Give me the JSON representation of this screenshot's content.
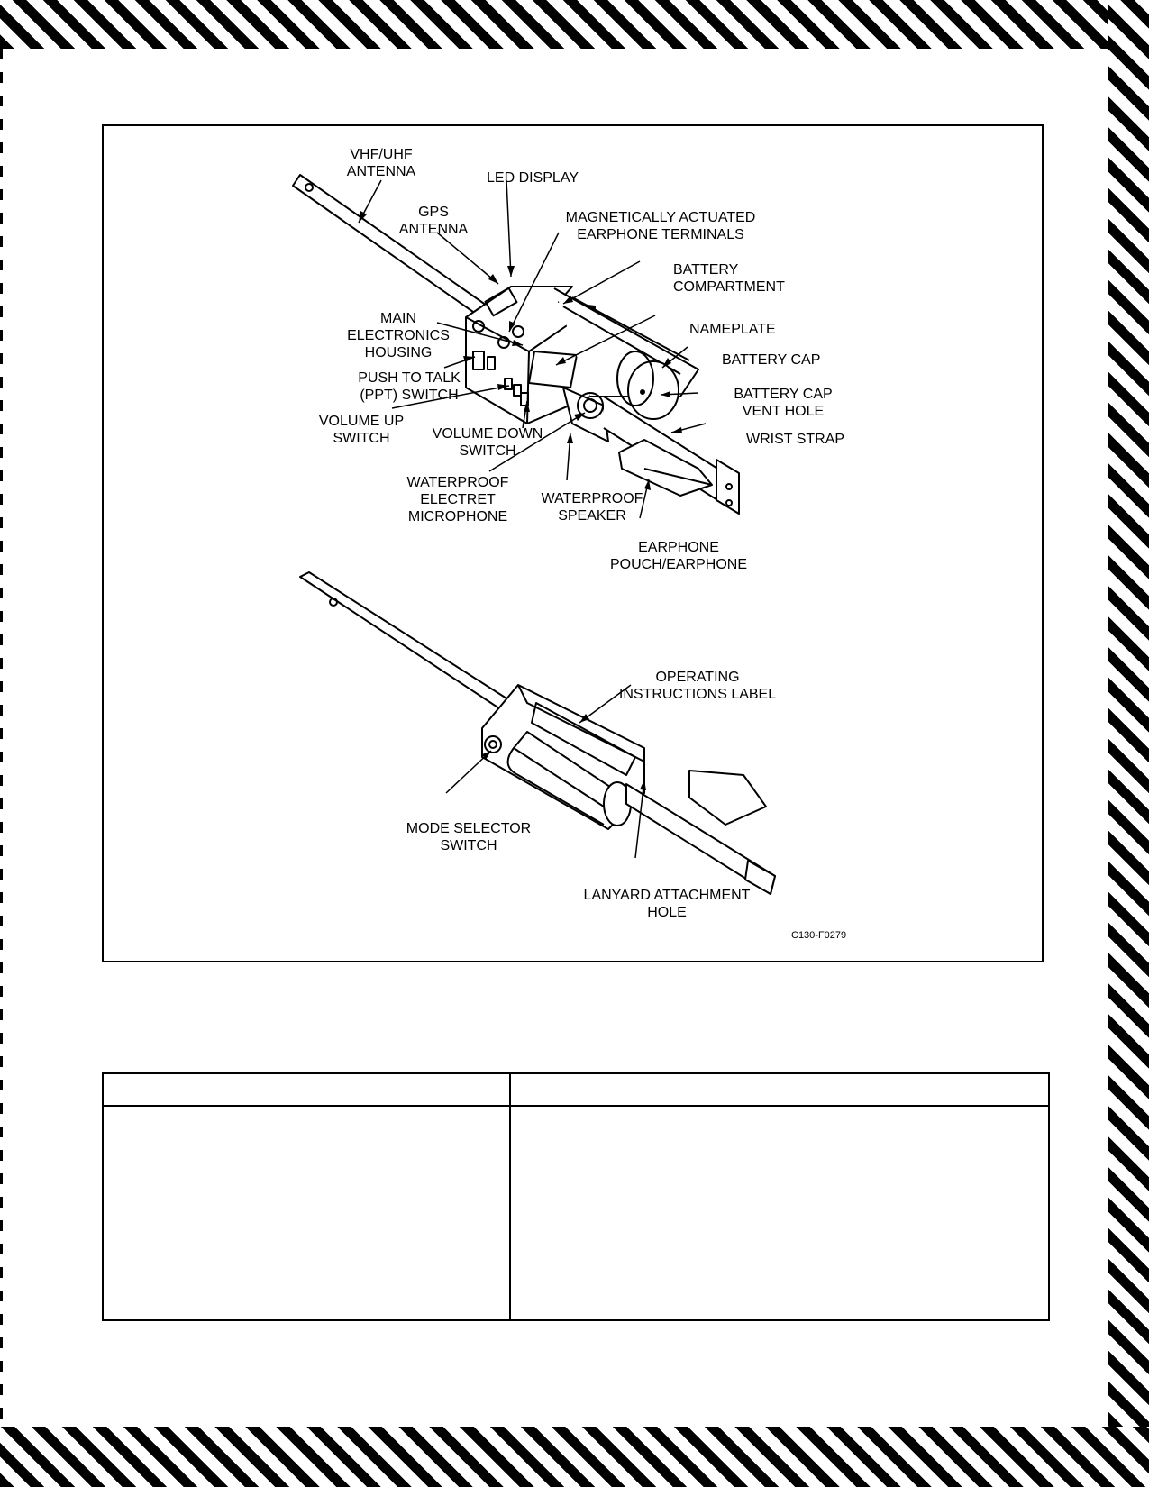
{
  "figure": {
    "labels": {
      "vhf_uhf_antenna": [
        "VHF/UHF",
        "ANTENNA"
      ],
      "led_display": "LED  DISPLAY",
      "gps_antenna": [
        "GPS",
        "ANTENNA"
      ],
      "earphone_terminals": [
        "MAGNETICALLY ACTUATED",
        "EARPHONE TERMINALS"
      ],
      "battery_compartment": [
        "BATTERY",
        "COMPARTMENT"
      ],
      "main_electronics_housing": [
        "MAIN",
        "ELECTRONICS",
        "HOUSING"
      ],
      "nameplate": "NAMEPLATE",
      "battery_cap": "BATTERY CAP",
      "ptt_switch": [
        "PUSH TO TALK",
        "(PPT) SWITCH"
      ],
      "battery_cap_vent_hole": [
        "BATTERY CAP",
        "VENT HOLE"
      ],
      "volume_up_switch": [
        "VOLUME UP",
        "SWITCH"
      ],
      "volume_down_switch": [
        "VOLUME DOWN",
        "SWITCH"
      ],
      "wrist_strap": "WRIST STRAP",
      "microphone": [
        "WATERPROOF",
        "ELECTRET",
        "MICROPHONE"
      ],
      "speaker": [
        "WATERPROOF",
        "SPEAKER"
      ],
      "earphone_pouch": [
        "EARPHONE",
        "POUCH/EARPHONE"
      ],
      "operating_instructions_label": [
        "OPERATING",
        "INSTRUCTIONS LABEL"
      ],
      "mode_selector_switch": [
        "MODE SELECTOR",
        "SWITCH"
      ],
      "lanyard_attachment_hole": [
        "LANYARD ATTACHMENT",
        "HOLE"
      ]
    },
    "figure_id": "C130-F0279"
  },
  "table": {
    "header": [
      "",
      ""
    ],
    "rows": [
      [
        "",
        ""
      ]
    ]
  }
}
